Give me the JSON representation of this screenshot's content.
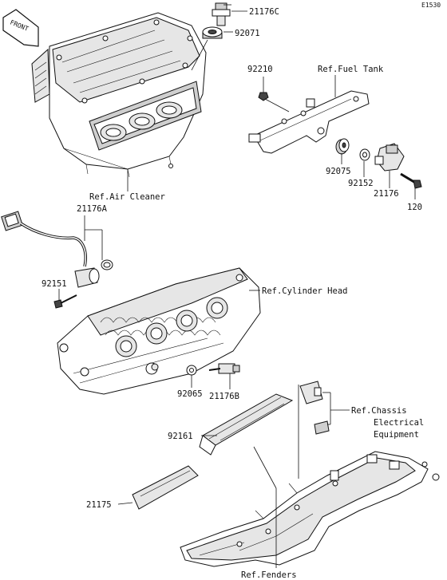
{
  "diagram_id": "E1530",
  "front_marker": "FRONT",
  "callouts": {
    "p21176c": "21176C",
    "p92071": "92071",
    "p92210": "92210",
    "fuel_tank": "Ref.Fuel Tank",
    "p92075": "92075",
    "p92152": "92152",
    "p21176": "21176",
    "p120": "120",
    "air_cleaner": "Ref.Air Cleaner",
    "p21176a": "21176A",
    "p92151": "92151",
    "cylinder_head": "Ref.Cylinder Head",
    "p92065": "92065",
    "p21176b": "21176B",
    "chassis_line1": "Ref.Chassis",
    "chassis_line2": "Electrical",
    "chassis_line3": "Equipment",
    "p92161": "92161",
    "p21175": "21175",
    "fenders": "Ref.Fenders"
  }
}
